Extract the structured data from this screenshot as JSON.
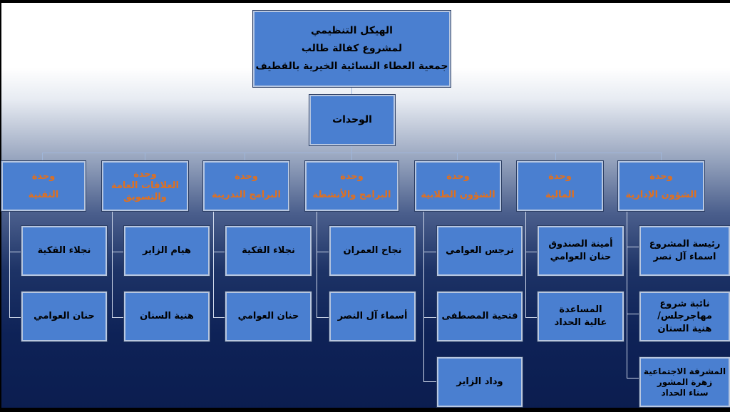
{
  "title": {
    "line1": "الهيكل التنظيمي",
    "line2": "لمشروع كفالة طالب",
    "line3": "جمعية العطاء النسائية الخيرية بالقطيف"
  },
  "units_root": "الوحدات",
  "units": [
    {
      "l1": "وحدة",
      "l2": "الشؤون الإدارية",
      "members": [
        "رئيسة المشروع\nاسماء آل نصر",
        "نائبة شروع مهاجرجلس/\nهنية السنان",
        "المشرفة الاجتماعية\nزهرة المشور\nسناء الحداد"
      ]
    },
    {
      "l1": "وحدة",
      "l2": "المالية",
      "members": [
        "أمينة الصندوق\nحنان العوامي",
        "المساعدة\nعالية الحداد"
      ]
    },
    {
      "l1": "وحدة",
      "l2": "الشؤون الطلابية",
      "members": [
        "نرجس العوامي",
        "فتحية المصطفى",
        "وداد الزاير"
      ]
    },
    {
      "l1": "وحدة",
      "l2": "البرامج والأنشطة",
      "members": [
        "نجاح العمران",
        "أسماء آل النصر"
      ]
    },
    {
      "l1": "وحدة",
      "l2": "البرامج التدريبة",
      "members": [
        "نجلاء القكية",
        "حنان العوامي"
      ]
    },
    {
      "l1": "وحدة",
      "l2": "العلاقات العامة",
      "l3": "والتسويق",
      "members": [
        "هيام الزاير",
        "هنية السنان"
      ]
    },
    {
      "l1": "وحدة",
      "l2": "التقنية",
      "members": [
        "نجلاء القكية",
        "حنان العوامي"
      ]
    }
  ],
  "colors": {
    "box": "#4a7fd0",
    "unit_text": "#e2701d",
    "connector": "#9fb6da"
  }
}
